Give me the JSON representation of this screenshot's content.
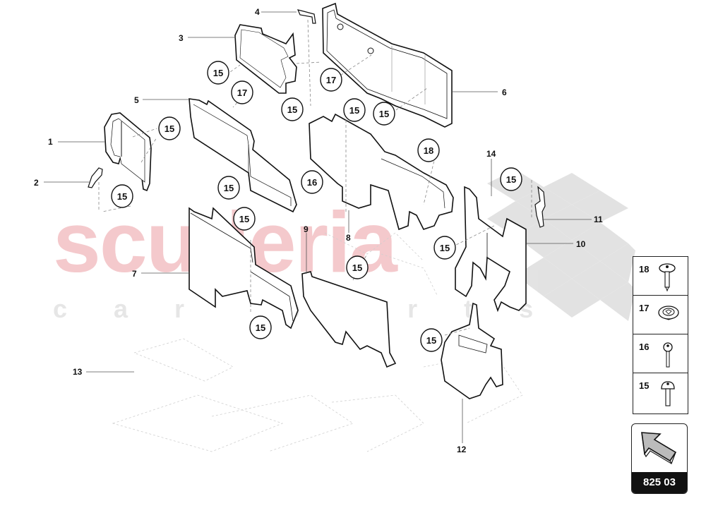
{
  "diagram": {
    "type": "exploded-parts-diagram",
    "watermark": {
      "brand": "scuderia",
      "tagline": "c a r   p a r t s",
      "brand_color": "#f4c9cc",
      "tagline_color": "#e6e6e6",
      "checker_color": "#dedede"
    },
    "callouts": [
      {
        "id": "1",
        "label": "1"
      },
      {
        "id": "2",
        "label": "2"
      },
      {
        "id": "3",
        "label": "3"
      },
      {
        "id": "4",
        "label": "4"
      },
      {
        "id": "5",
        "label": "5"
      },
      {
        "id": "6",
        "label": "6"
      },
      {
        "id": "7",
        "label": "7"
      },
      {
        "id": "8",
        "label": "8"
      },
      {
        "id": "9",
        "label": "9"
      },
      {
        "id": "10",
        "label": "10"
      },
      {
        "id": "11",
        "label": "11"
      },
      {
        "id": "12",
        "label": "12"
      },
      {
        "id": "13",
        "label": "13"
      },
      {
        "id": "14",
        "label": "14"
      }
    ],
    "bubbles": [
      {
        "label": "15"
      },
      {
        "label": "17"
      },
      {
        "label": "15"
      },
      {
        "label": "17"
      },
      {
        "label": "15"
      },
      {
        "label": "15"
      },
      {
        "label": "15"
      },
      {
        "label": "15"
      },
      {
        "label": "15"
      },
      {
        "label": "16"
      },
      {
        "label": "18"
      },
      {
        "label": "15"
      },
      {
        "label": "15"
      },
      {
        "label": "15"
      },
      {
        "label": "15"
      },
      {
        "label": "15"
      },
      {
        "label": "15"
      }
    ]
  },
  "legend": {
    "items": [
      {
        "number": "18",
        "icon": "screw-with-washer-icon"
      },
      {
        "number": "17",
        "icon": "rivet-clip-icon"
      },
      {
        "number": "16",
        "icon": "bolt-icon"
      },
      {
        "number": "15",
        "icon": "screw-icon"
      }
    ]
  },
  "navigation": {
    "icon": "arrow-up-left-icon",
    "code": "825 03"
  }
}
